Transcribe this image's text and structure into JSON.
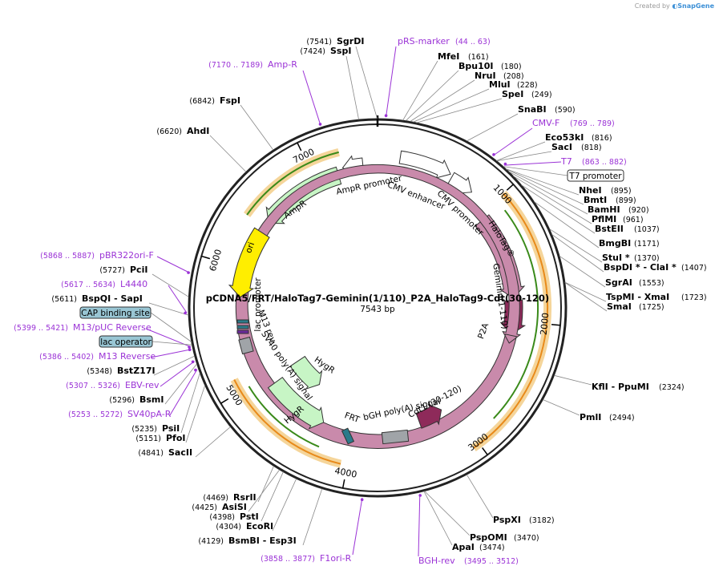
{
  "credit": {
    "prefix": "Created by",
    "brand": "SnapGene"
  },
  "plasmid": {
    "name": "pCDNA5/FRT/HaloTag7-Geminin(1/110)_P2A_HaloTag9-Cdt(30-120)",
    "size": "7543 bp",
    "length": 7543
  },
  "ticks": [
    {
      "label": "1000",
      "pos": 1000
    },
    {
      "label": "2000",
      "pos": 2000
    },
    {
      "label": "3000",
      "pos": 3000
    },
    {
      "label": "4000",
      "pos": 4000
    },
    {
      "label": "5000",
      "pos": 5000
    },
    {
      "label": "6000",
      "pos": 6000
    },
    {
      "label": "7000",
      "pos": 7000
    }
  ],
  "enzymes_right": [
    {
      "name": "MfeI",
      "pos": "(161)",
      "bp": 161
    },
    {
      "name": "Bpu10I",
      "pos": "(180)",
      "bp": 180
    },
    {
      "name": "NruI",
      "pos": "(208)",
      "bp": 208
    },
    {
      "name": "MluI",
      "pos": "(228)",
      "bp": 228
    },
    {
      "name": "SpeI",
      "pos": "(249)",
      "bp": 249
    },
    {
      "name": "SnaBI",
      "pos": "(590)",
      "bp": 590
    },
    {
      "name": "Eco53kI",
      "pos": "(816)",
      "bp": 816
    },
    {
      "name": "SacI",
      "pos": "(818)",
      "bp": 818
    },
    {
      "name": "NheI",
      "pos": "(895)",
      "bp": 895
    },
    {
      "name": "BmtI",
      "pos": "(899)",
      "bp": 899
    },
    {
      "name": "BamHI",
      "pos": "(920)",
      "bp": 920
    },
    {
      "name": "PflMI",
      "pos": "(961)",
      "bp": 961
    },
    {
      "name": "BstEII",
      "pos": "(1037)",
      "bp": 1037
    },
    {
      "name": "BmgBI",
      "pos": "(1171)",
      "bp": 1171
    },
    {
      "name": "StuI *",
      "pos": "(1370)",
      "bp": 1370
    },
    {
      "name": "BspDI * - ClaI *",
      "pos": "(1407)",
      "bp": 1407
    },
    {
      "name": "SgrAI",
      "pos": "(1553)",
      "bp": 1553
    },
    {
      "name": "TspMI - XmaI",
      "pos": "(1723)",
      "bp": 1723
    },
    {
      "name": "SmaI",
      "pos": "(1725)",
      "bp": 1725
    },
    {
      "name": "KflI - PpuMI",
      "pos": "(2324)",
      "bp": 2324
    },
    {
      "name": "PmlI",
      "pos": "(2494)",
      "bp": 2494
    },
    {
      "name": "PspXI",
      "pos": "(3182)",
      "bp": 3182
    },
    {
      "name": "PspOMI",
      "pos": "(3470)",
      "bp": 3470
    },
    {
      "name": "ApaI",
      "pos": "(3474)",
      "bp": 3474
    }
  ],
  "enzymes_left": [
    {
      "name": "SgrDI",
      "pos": "(7541)",
      "bp": 7541
    },
    {
      "name": "SspI",
      "pos": "(7424)",
      "bp": 7424
    },
    {
      "name": "FspI",
      "pos": "(6842)",
      "bp": 6842
    },
    {
      "name": "AhdI",
      "pos": "(6620)",
      "bp": 6620
    },
    {
      "name": "PciI",
      "pos": "(5727)",
      "bp": 5727
    },
    {
      "name": "BspQI - SapI",
      "pos": "(5611)",
      "bp": 5611
    },
    {
      "name": "BstZ17I",
      "pos": "(5348)",
      "bp": 5348
    },
    {
      "name": "BsmI",
      "pos": "(5296)",
      "bp": 5296
    },
    {
      "name": "PsiI",
      "pos": "(5235)",
      "bp": 5235
    },
    {
      "name": "PfoI",
      "pos": "(5151)",
      "bp": 5151
    },
    {
      "name": "SacII",
      "pos": "(4841)",
      "bp": 4841
    },
    {
      "name": "RsrII",
      "pos": "(4469)",
      "bp": 4469
    },
    {
      "name": "AsiSI",
      "pos": "(4425)",
      "bp": 4425
    },
    {
      "name": "PstI",
      "pos": "(4398)",
      "bp": 4398
    },
    {
      "name": "EcoRI",
      "pos": "(4304)",
      "bp": 4304
    },
    {
      "name": "BsmBI - Esp3I",
      "pos": "(4129)",
      "bp": 4129
    }
  ],
  "primers": [
    {
      "name": "pRS-marker",
      "range": "(44 .. 63)",
      "bp": 53
    },
    {
      "name": "CMV-F",
      "range": "(769 .. 789)",
      "bp": 779
    },
    {
      "name": "T7",
      "range": "(863 .. 882)",
      "bp": 872
    },
    {
      "name": "Amp-R",
      "range": "(7170 .. 7189)",
      "bp": 7180
    },
    {
      "name": "pBR322ori-F",
      "range": "(5868 .. 5887)",
      "bp": 5878
    },
    {
      "name": "L4440",
      "range": "(5617 .. 5634)",
      "bp": 5625
    },
    {
      "name": "M13/pUC Reverse",
      "range": "(5399 .. 5421)",
      "bp": 5410
    },
    {
      "name": "M13 Reverse",
      "range": "(5386 .. 5402)",
      "bp": 5394
    },
    {
      "name": "EBV-rev",
      "range": "(5307 .. 5326)",
      "bp": 5316
    },
    {
      "name": "SV40pA-R",
      "range": "(5253 .. 5272)",
      "bp": 5262
    },
    {
      "name": "F1ori-R",
      "range": "(3858 .. 3877)",
      "bp": 3868
    },
    {
      "name": "BGH-rev",
      "range": "(3495 .. 3512)",
      "bp": 3503
    }
  ],
  "boxed_features": [
    {
      "name": "T7 promoter"
    },
    {
      "name": "CAP binding site"
    },
    {
      "name": "lac operator"
    }
  ],
  "features": [
    {
      "name": "AmpR promoter"
    },
    {
      "name": "AmpR"
    },
    {
      "name": "CMV enhancer"
    },
    {
      "name": "CMV promoter"
    },
    {
      "name": "HaloTag®"
    },
    {
      "name": "Geminin(1-110)"
    },
    {
      "name": "P2A"
    },
    {
      "name": "ori"
    },
    {
      "name": "lac promoter"
    },
    {
      "name": "M13 rev"
    },
    {
      "name": "SV40 poly(A) signal"
    },
    {
      "name": "HygR"
    },
    {
      "name": "HygR"
    },
    {
      "name": "FRT"
    },
    {
      "name": "bGH poly(A) signal"
    },
    {
      "name": "Cdt1 (30-120)"
    }
  ],
  "colors": {
    "backbone": "#222222",
    "primer": "#9b33d6",
    "green_feature": "#c7f5c5",
    "halotag": "#c98aab",
    "geminin": "#8e2a5a",
    "ori": "#ffee00",
    "orange_orf": "#e88a1a",
    "green_orf": "#3a8a1a",
    "grey_feature": "#a0a4a8",
    "frt": "#2a7a8a",
    "box_fill": "#99c6d4"
  }
}
